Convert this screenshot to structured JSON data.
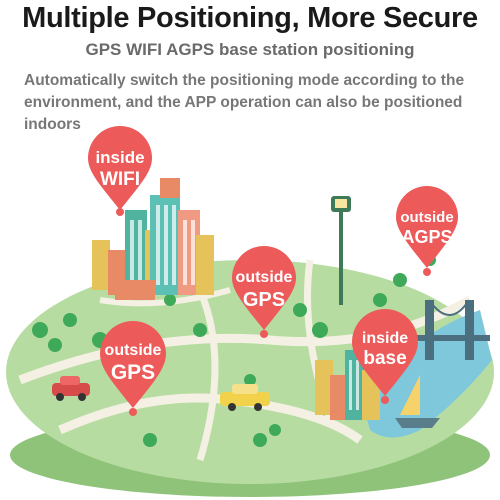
{
  "header": {
    "title": "Multiple Positioning, More Secure",
    "subtitle": "GPS WIFI AGPS base station positioning",
    "description": "Automatically switch the positioning mode according to the environment, and the APP operation can also be positioned indoors"
  },
  "pins": [
    {
      "line1": "inside",
      "line2": "WIFI"
    },
    {
      "line1": "outside",
      "line2": "AGPS"
    },
    {
      "line1": "outside",
      "line2": "GPS"
    },
    {
      "line1": "outside",
      "line2": "GPS"
    },
    {
      "line1": "inside",
      "line2": "base"
    }
  ],
  "colors": {
    "pin": "#ec5a5a",
    "map_green": "#b7dca1",
    "water": "#7fc7da",
    "road": "#f4f1e4"
  }
}
